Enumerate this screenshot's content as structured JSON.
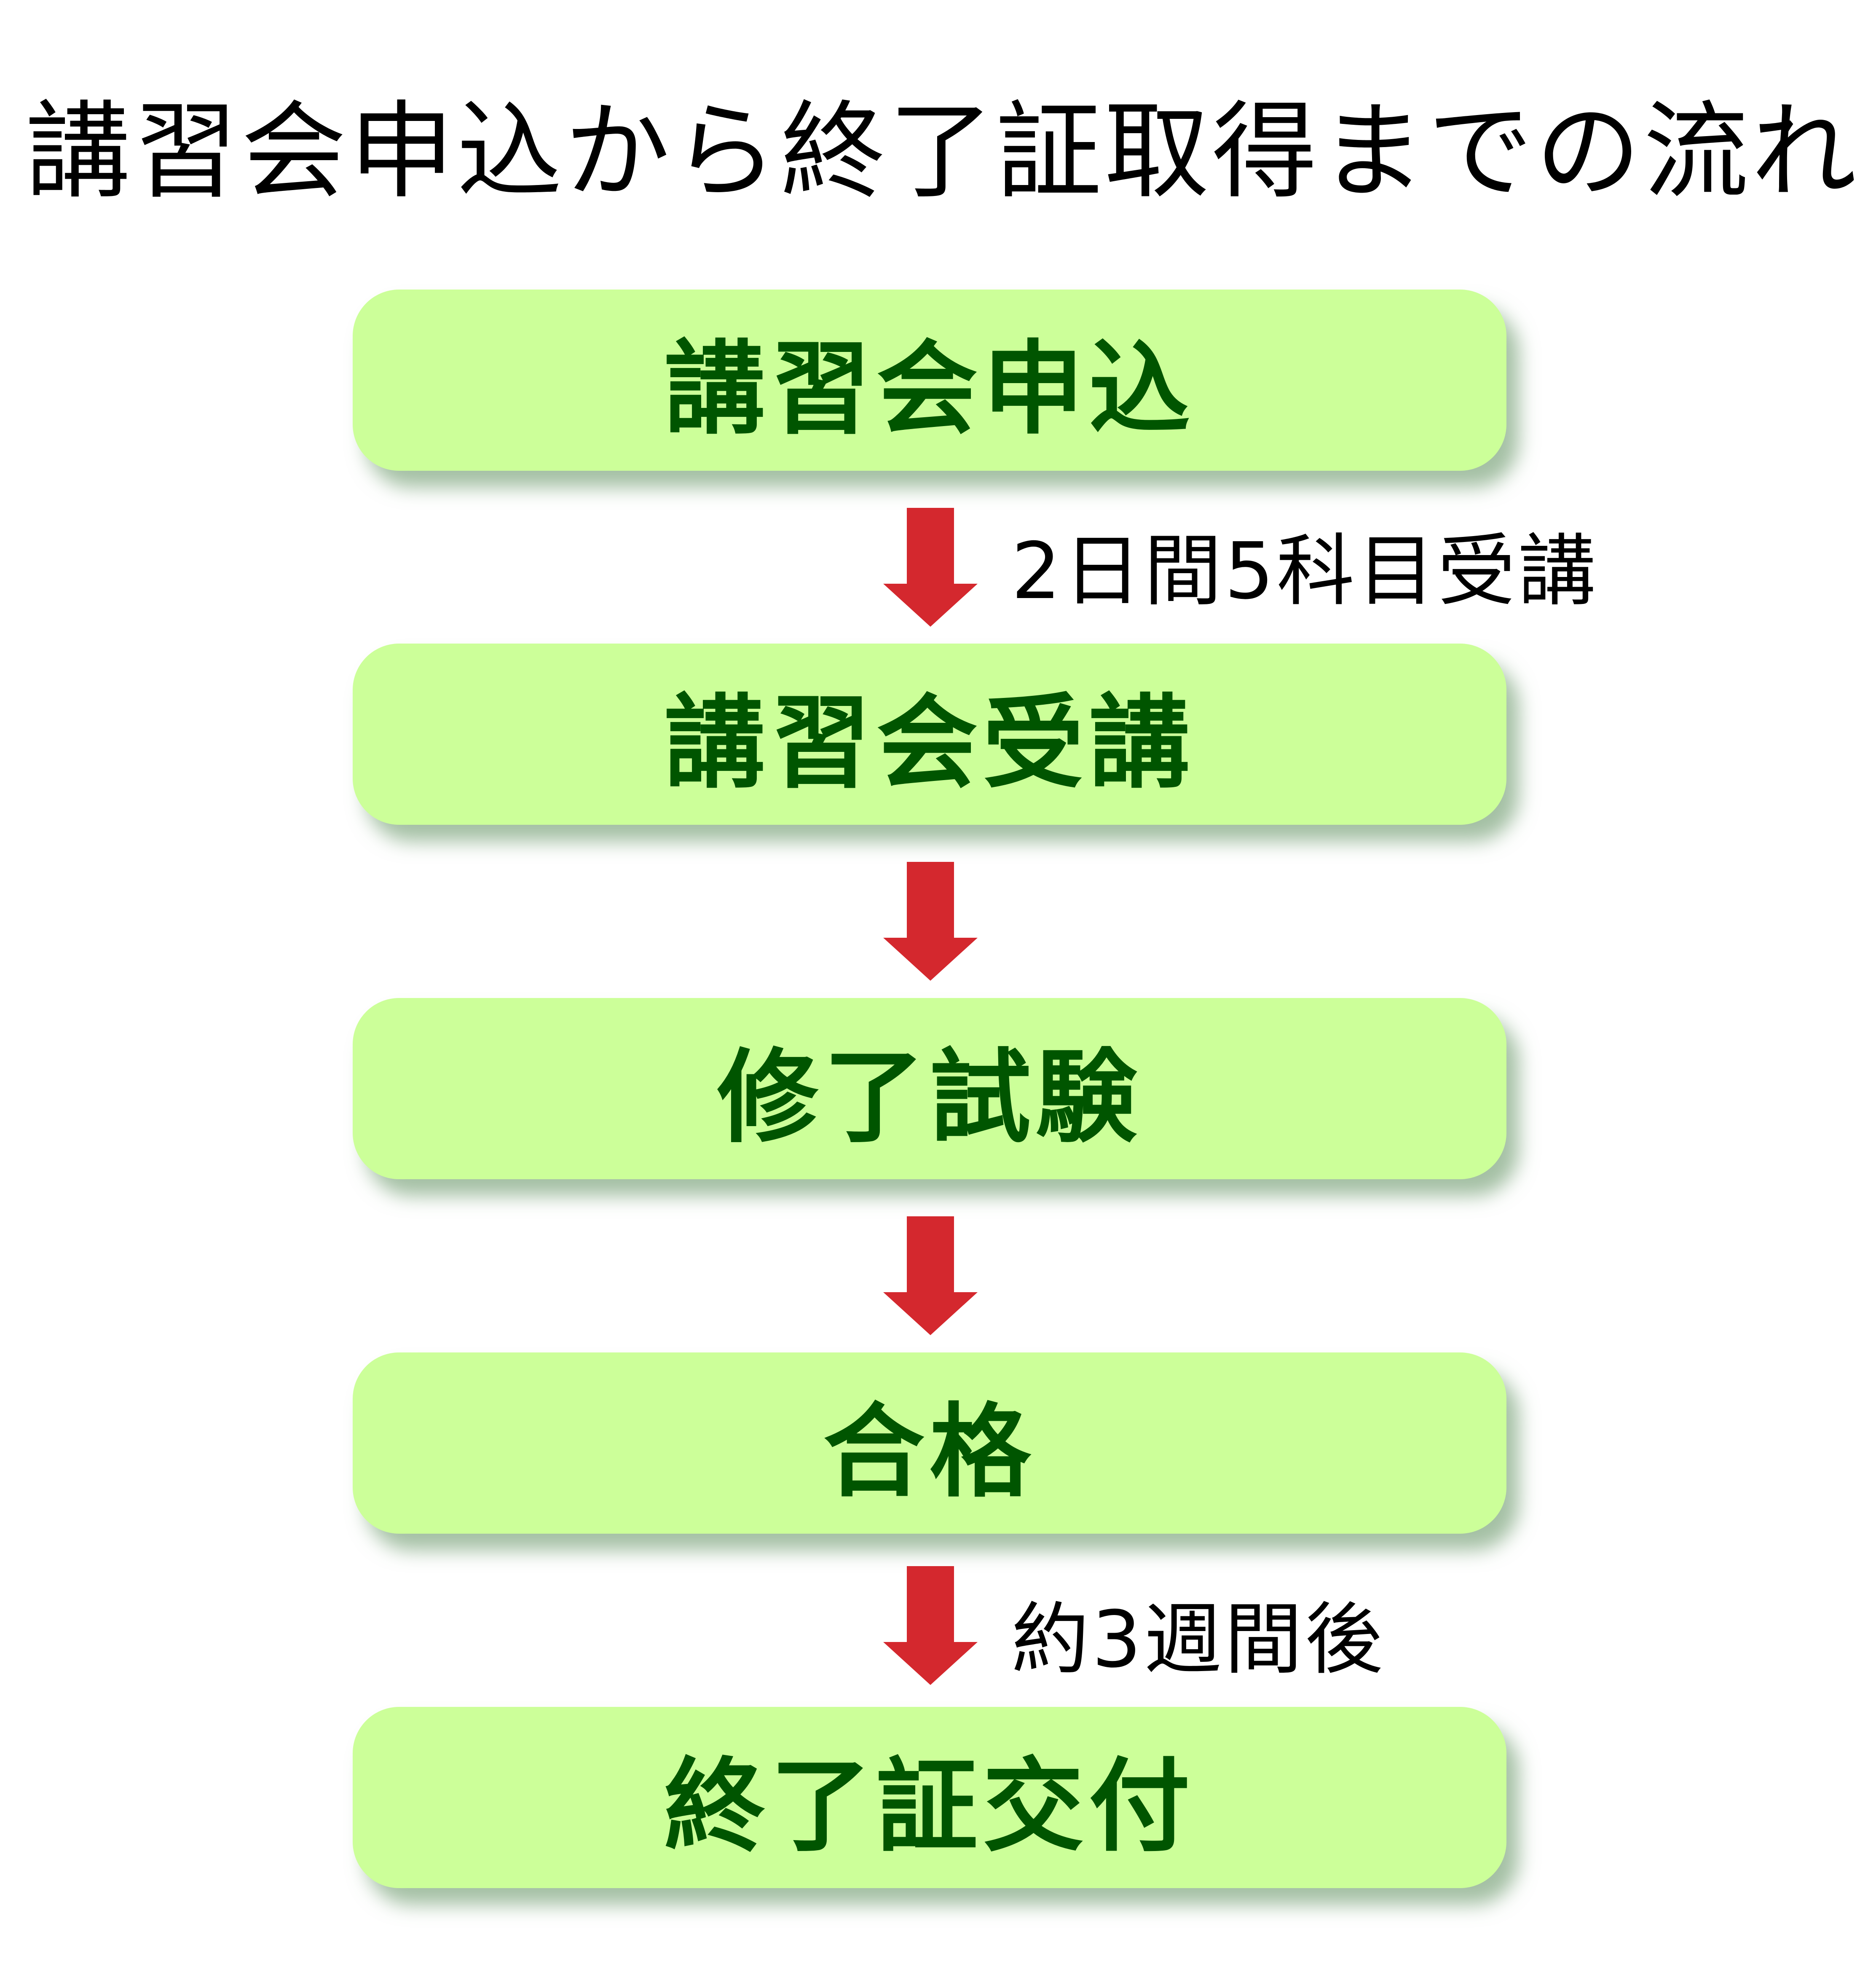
{
  "title": "講習会申込から終了証取得までの流れ",
  "colors": {
    "box": "#ccff99",
    "box_text": "#005500",
    "arrow": "#d4282e"
  },
  "steps": [
    {
      "label": "講習会申込"
    },
    {
      "label": "講習会受講"
    },
    {
      "label": "修了試験"
    },
    {
      "label": "合格"
    },
    {
      "label": "終了証交付"
    }
  ],
  "transitions": [
    {
      "note": "2日間5科目受講"
    },
    {
      "note": ""
    },
    {
      "note": ""
    },
    {
      "note": "約3週間後"
    }
  ]
}
